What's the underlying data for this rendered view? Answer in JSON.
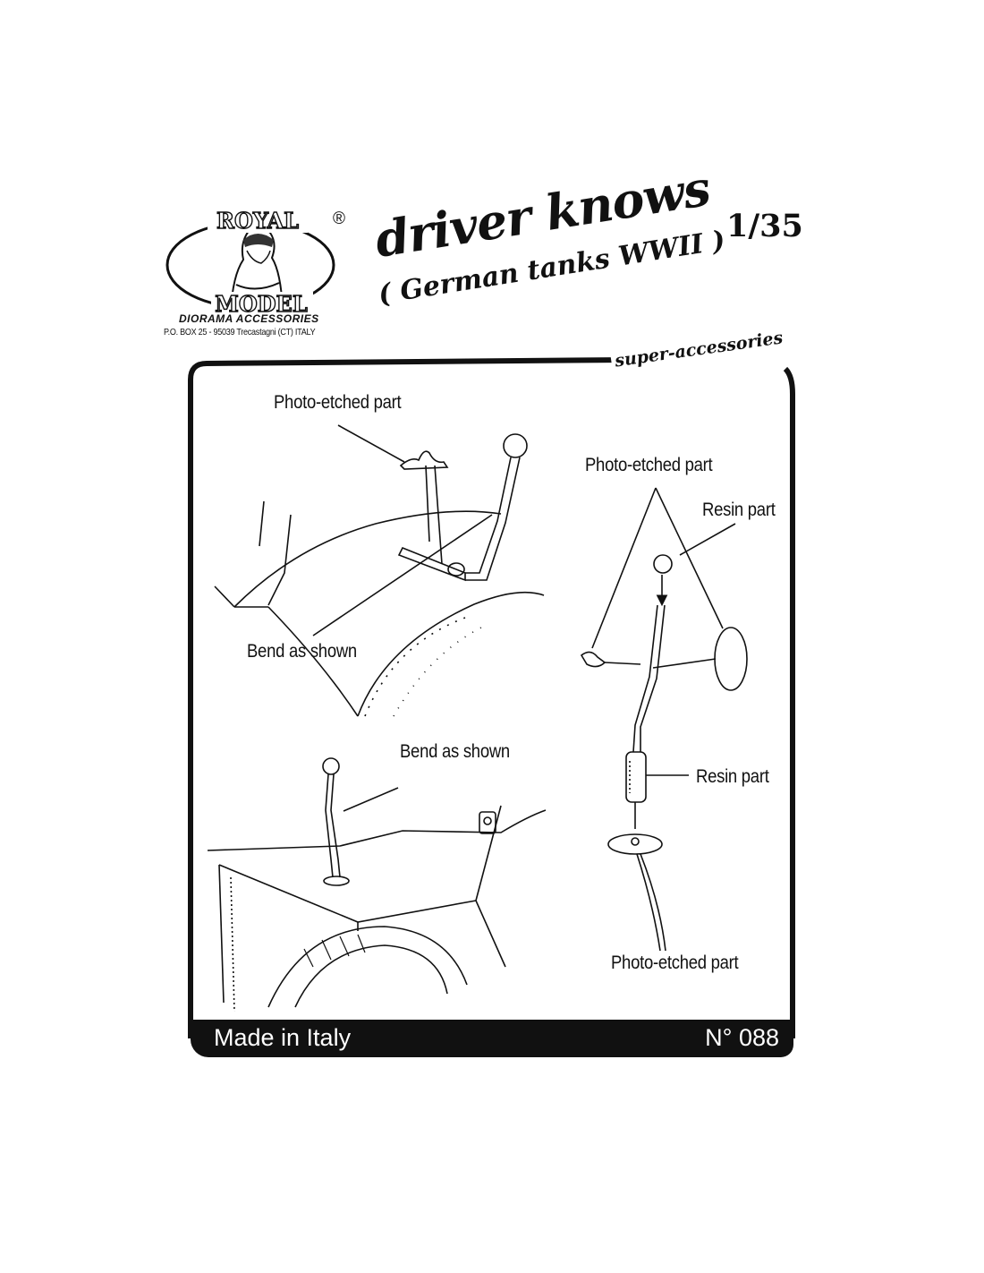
{
  "brand": {
    "name_top": "ROYAL",
    "name_bottom": "MODEL",
    "registered": "®",
    "subtitle": "DIORAMA ACCESSORIES",
    "address": "P.O. BOX 25 - 95039 Trecastagni (CT) ITALY"
  },
  "product": {
    "title": "driver knows",
    "subtitle": "( German tanks WWII )",
    "scale": "1/35",
    "tag": "super-accessories"
  },
  "labels": {
    "photo_etched_top_left": "Photo-etched part",
    "bend_as_shown_1": "Bend as shown",
    "bend_as_shown_2": "Bend as shown",
    "photo_etched_right": "Photo-etched part",
    "resin_part_top": "Resin part",
    "resin_part_mid": "Resin part",
    "photo_etched_bottom": "Photo-etched part"
  },
  "footer": {
    "made_in": "Made in Italy",
    "number": "N° 088"
  }
}
